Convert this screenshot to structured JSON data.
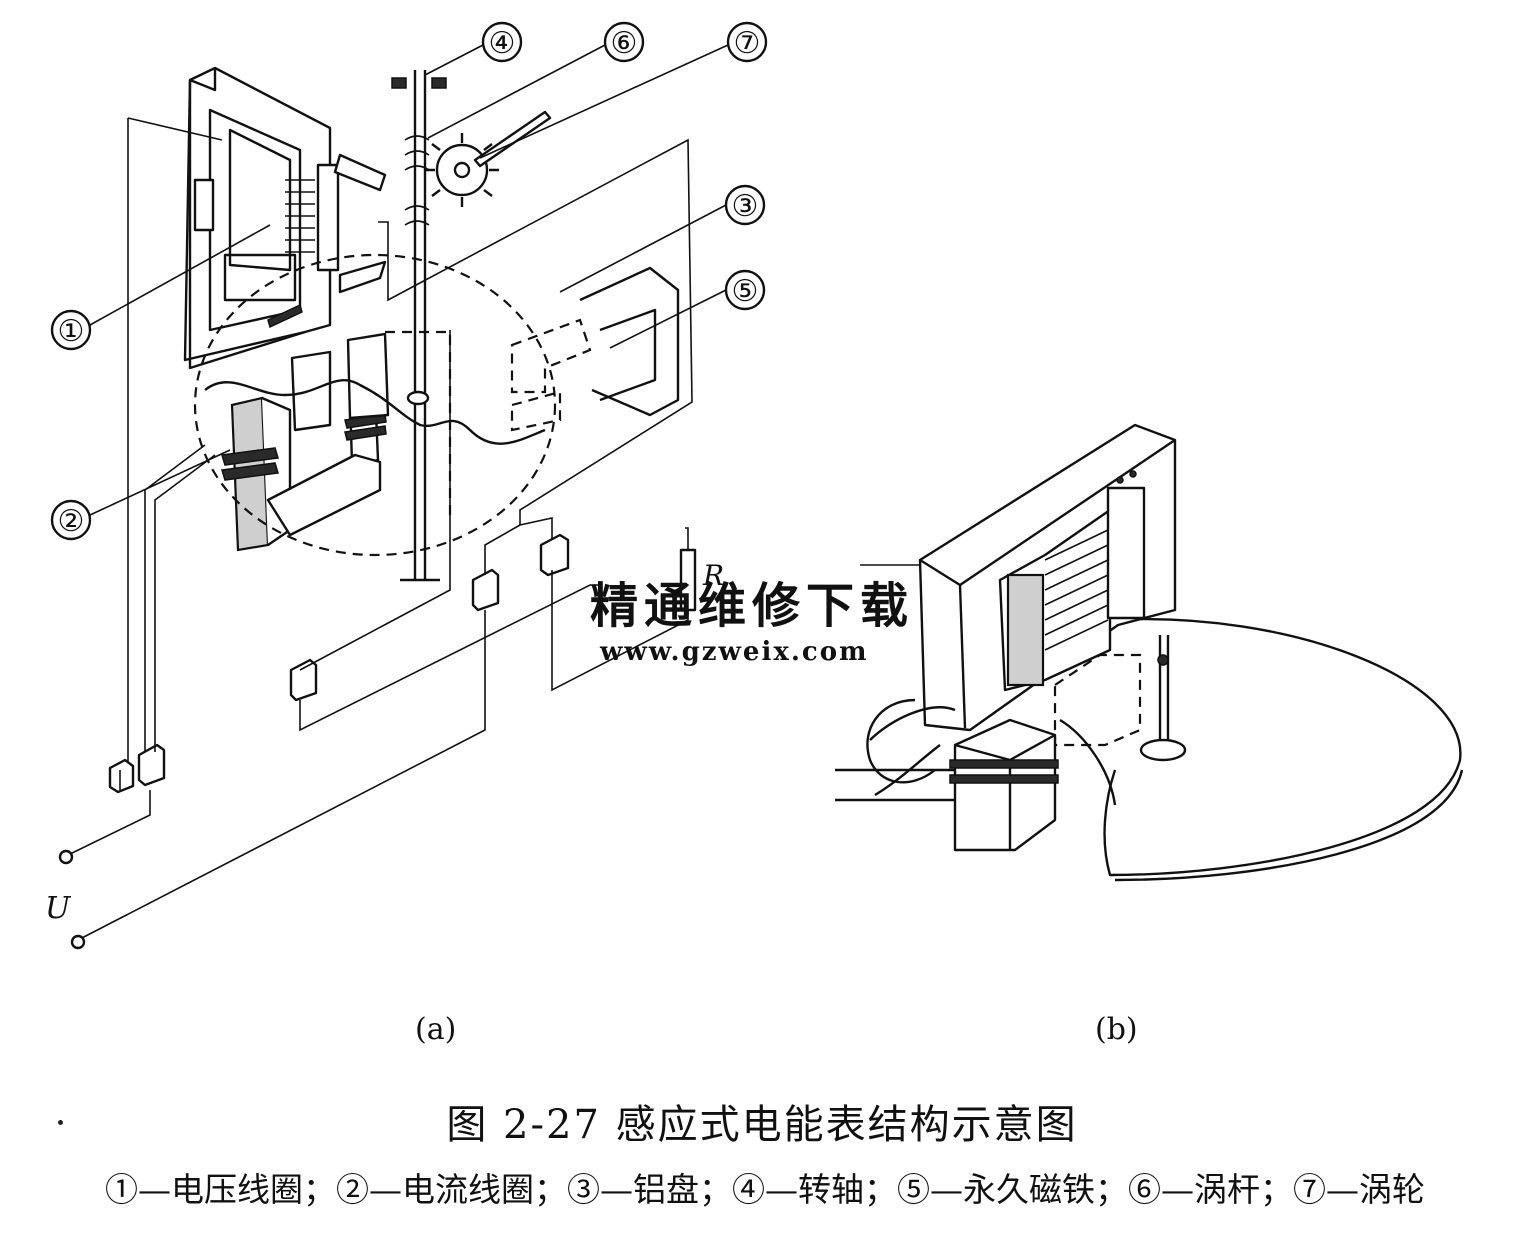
{
  "figure": {
    "caption": "图 2-27    感应式电能表结构示意图",
    "legend": "①—电压线圈；②—电流线圈；③—铝盘；④—转轴；⑤—永久磁铁；⑥—涡杆；⑦—涡轮",
    "watermark": {
      "text_cn": "精通维修下载",
      "text_url": "www.gzweix.com",
      "color": "#f2b7a0"
    },
    "panel_a": {
      "label": "(a)",
      "callouts": [
        "④",
        "⑥",
        "⑦",
        "③",
        "⑤",
        "①",
        "②"
      ],
      "resistor_label": "R",
      "voltage_label": "U"
    },
    "panel_b": {
      "label": "(b)"
    }
  }
}
